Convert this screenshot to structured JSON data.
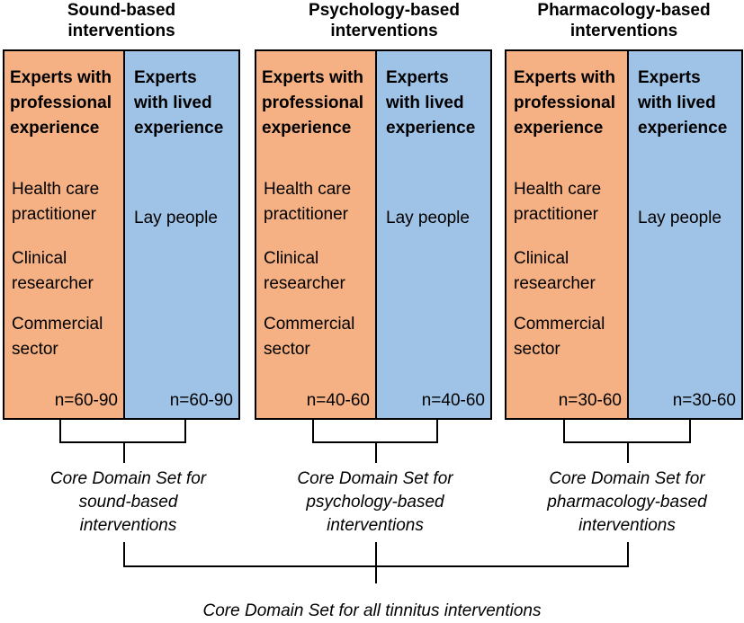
{
  "groups": [
    {
      "title": "Sound-based\ninterventions",
      "professional": {
        "header": "Experts with\nprofessional\nexperience",
        "roles": [
          "Health care\npractitioner",
          "Clinical\nresearcher",
          "Commercial\nsector"
        ],
        "n": "n=60-90"
      },
      "lived": {
        "header": "Experts\nwith lived\nexperience",
        "role": "Lay people",
        "n": "n=60-90"
      },
      "cds": "Core Domain Set for\nsound-based\ninterventions"
    },
    {
      "title": "Psychology-based\ninterventions",
      "professional": {
        "header": "Experts with\nprofessional\nexperience",
        "roles": [
          "Health care\npractitioner",
          "Clinical\nresearcher",
          "Commercial\nsector"
        ],
        "n": "n=40-60"
      },
      "lived": {
        "header": "Experts\nwith lived\nexperience",
        "role": "Lay people",
        "n": "n=40-60"
      },
      "cds": "Core Domain Set for\npsychology-based\ninterventions"
    },
    {
      "title": "Pharmacology-based\ninterventions",
      "professional": {
        "header": "Experts with\nprofessional\nexperience",
        "roles": [
          "Health care\npractitioner",
          "Clinical\nresearcher",
          "Commercial\nsector"
        ],
        "n": "n=30-60"
      },
      "lived": {
        "header": "Experts\nwith lived\nexperience",
        "role": "Lay people",
        "n": "n=30-60"
      },
      "cds": "Core Domain Set for\npharmacology-based\ninterventions"
    }
  ],
  "overall_cds": "Core Domain Set for all tinnitus interventions",
  "colors": {
    "professional": "#f5b183",
    "lived": "#9fc3e6",
    "border": "#000000"
  }
}
